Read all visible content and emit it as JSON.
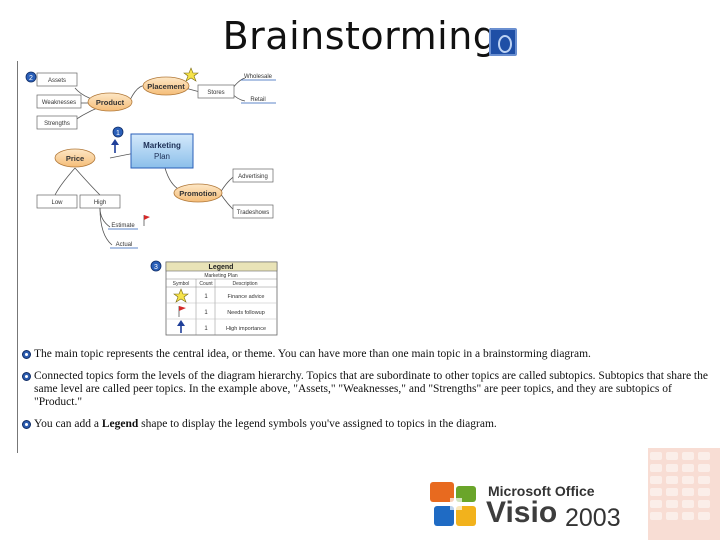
{
  "slide": {
    "title": "Brainstorming"
  },
  "diagram": {
    "callouts": [
      "2",
      "1",
      "3"
    ],
    "central_topic": [
      "Marketing",
      "Plan"
    ],
    "main_topics": {
      "placement": "Placement",
      "product": "Product",
      "price": "Price",
      "promotion": "Promotion"
    },
    "subtopics": {
      "assets": "Assets",
      "weaknesses": "Weaknesses",
      "strengths": "Strengths",
      "stores": "Stores",
      "wholesale": "Wholesale",
      "retail": "Retail",
      "low": "Low",
      "high": "High",
      "estimate": "Estimate",
      "actual": "Actual",
      "advertising": "Advertising",
      "tradeshows": "Tradeshows"
    },
    "legend": {
      "title": "Legend",
      "subtitle": "Marketing Plan",
      "headers": [
        "Symbol",
        "Count",
        "Description"
      ],
      "rows": [
        {
          "symbol": "star-icon",
          "count": "1",
          "description": "Finance advice"
        },
        {
          "symbol": "flag-icon",
          "count": "1",
          "description": "Needs followup"
        },
        {
          "symbol": "arrow-up-icon",
          "count": "1",
          "description": "High importance"
        }
      ]
    }
  },
  "notes": [
    "The main topic represents the central idea, or theme. You can have more than one main topic in a brainstorming diagram.",
    "Connected topics form the levels of the diagram hierarchy. Topics that are subordinate to other topics are called subtopics. Subtopics that share the same level are called peer topics. In the example above, \"Assets,\" \"Weaknesses,\" and \"Strengths\" are peer topics, and they are subtopics of \"Product.\"",
    {
      "before": "You can add a ",
      "bold": "Legend",
      "after": " shape to display the legend symbols you've assigned to topics in the diagram."
    }
  ],
  "branding": {
    "line1": "Microsoft Office",
    "line2": "Visio",
    "line3": "2003"
  },
  "colors": {
    "topic_fill": "#fbd7a8",
    "central_fill": "#a9d1f2",
    "accent_blue": "#2a5fb8"
  }
}
